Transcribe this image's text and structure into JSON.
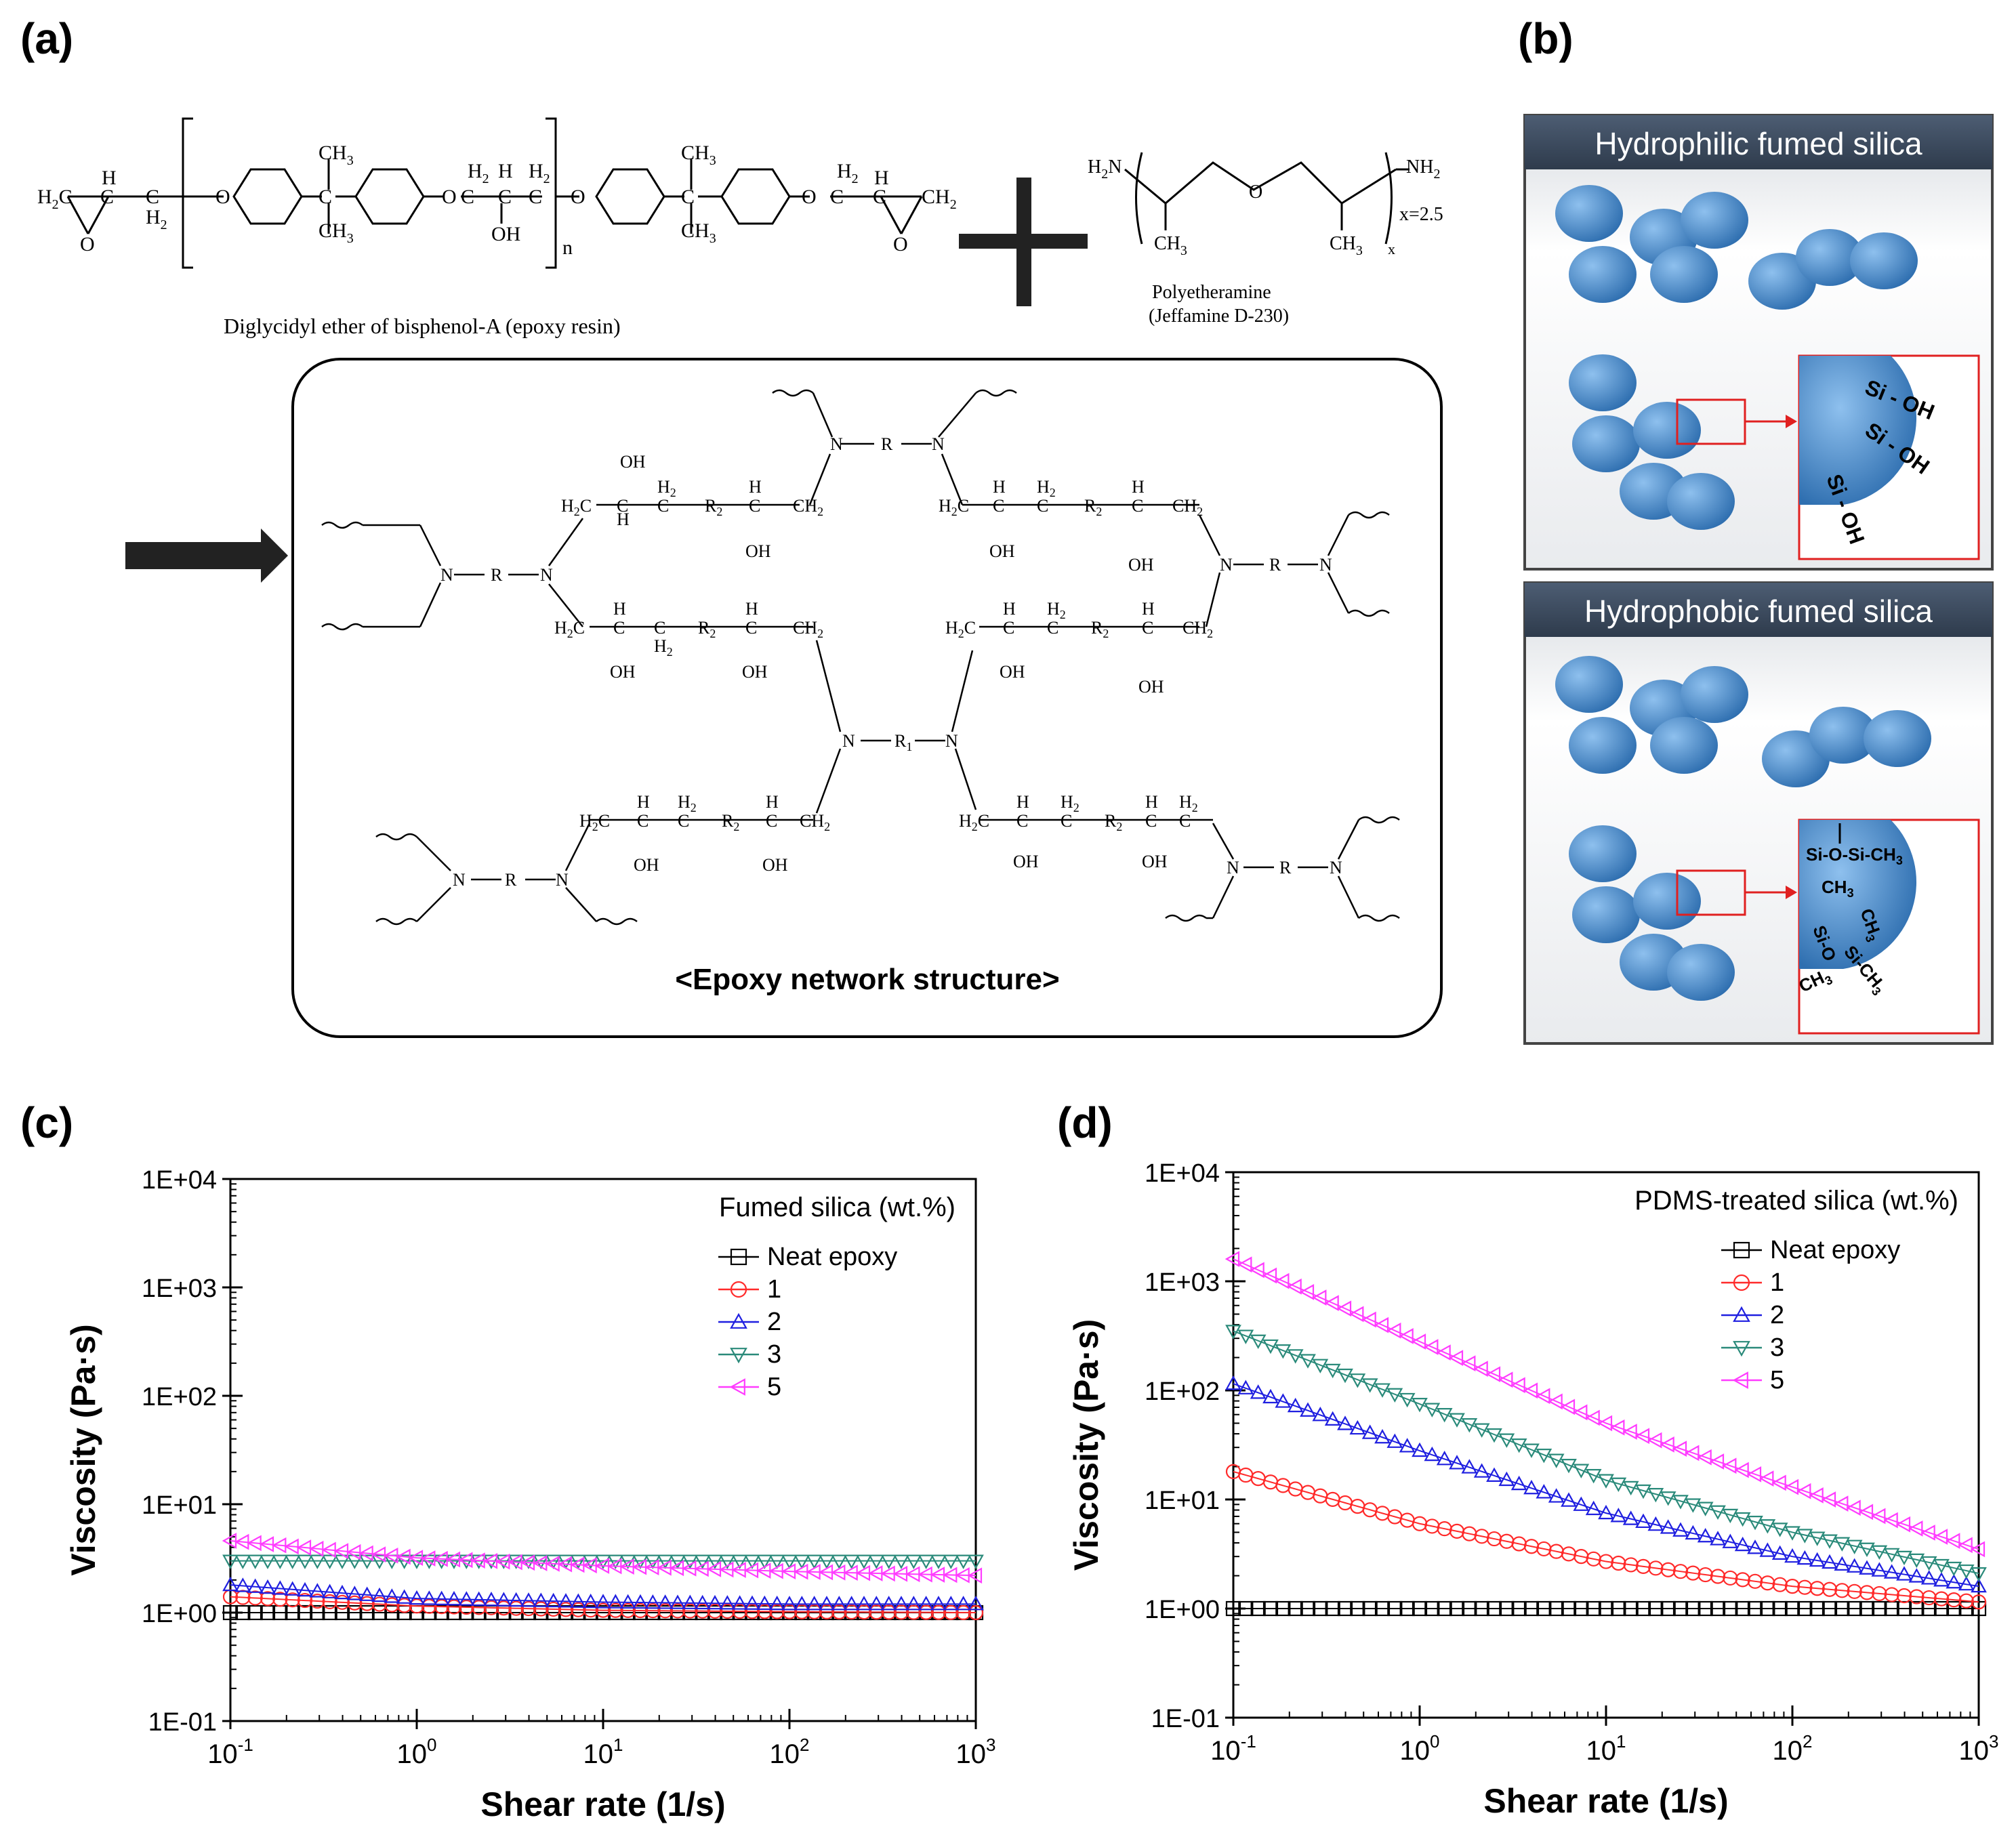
{
  "panels": {
    "a": {
      "label": "(a)",
      "dgeba_caption": "Diglycidyl ether of bisphenol-A (epoxy resin)",
      "amine_caption_1": "Polyetheramine",
      "amine_caption_2": "(Jeffamine D-230)",
      "amine_x": "x=2.5",
      "network_title": "<Epoxy  network structure>"
    },
    "b": {
      "label": "(b)",
      "hydrophilic_title": "Hydrophilic fumed silica",
      "hydrophobic_title": "Hydrophobic fumed silica",
      "silanol_group": "Si - OH",
      "siloxane_1": "Si-O-Si-CH",
      "methyl": "CH",
      "siloxane_2_si": "Si-O",
      "siloxane_2_tail": "Si-CH",
      "subscript_3": "3"
    },
    "c": {
      "label": "(c)"
    },
    "d": {
      "label": "(d)"
    }
  },
  "chemistry": {
    "H2C": "H",
    "sub2": "2",
    "C": "C",
    "H": "H",
    "O": "O",
    "OH": "OH",
    "CH3": "CH",
    "sub3": "3",
    "n": "n",
    "N": "N",
    "R": "R",
    "R1": "R",
    "R2": "R",
    "sub1": "1",
    "H2N": "H",
    "NH2": "NH",
    "x": "x"
  },
  "colors": {
    "neat": "#000000",
    "s1": "#ff2a2a",
    "s2": "#1f1fe0",
    "s3": "#2a8a7a",
    "s5": "#ff3cff",
    "sphere": "#4f8fd0",
    "header": "#3b4a5e",
    "redbox": "#e02020"
  },
  "chart_data": [
    {
      "type": "scatter",
      "xlabel": "Shear rate (1/s)",
      "ylabel": "Viscosity (Pa·s)",
      "xscale": "log",
      "yscale": "log",
      "xlim": [
        0.1,
        1000
      ],
      "ylim": [
        0.1,
        10000
      ],
      "xticks": [
        "10-1",
        "100",
        "101",
        "102",
        "103"
      ],
      "yticks": [
        "1E-01",
        "1E+00",
        "1E+01",
        "1E+02",
        "1E+03",
        "1E+04"
      ],
      "legend_title": "Fumed silica (wt.%)",
      "legend_position": "top-right",
      "series": [
        {
          "name": "Neat epoxy",
          "marker": "square",
          "color": "#000000",
          "points": [
            [
              0.1,
              1.0
            ],
            [
              1,
              1.0
            ],
            [
              10,
              1.0
            ],
            [
              100,
              1.0
            ],
            [
              1000,
              1.0
            ]
          ]
        },
        {
          "name": "1",
          "marker": "circle",
          "color": "#ff2a2a",
          "points": [
            [
              0.1,
              1.4
            ],
            [
              1,
              1.15
            ],
            [
              10,
              1.05
            ],
            [
              100,
              1.02
            ],
            [
              1000,
              1.0
            ]
          ]
        },
        {
          "name": "2",
          "marker": "triangle-up",
          "color": "#1f1fe0",
          "points": [
            [
              0.1,
              1.8
            ],
            [
              1,
              1.35
            ],
            [
              10,
              1.25
            ],
            [
              100,
              1.2
            ],
            [
              1000,
              1.2
            ]
          ]
        },
        {
          "name": "3",
          "marker": "triangle-down",
          "color": "#2a8a7a",
          "points": [
            [
              0.1,
              3.0
            ],
            [
              1,
              3.0
            ],
            [
              10,
              3.0
            ],
            [
              100,
              3.0
            ],
            [
              1000,
              3.0
            ]
          ]
        },
        {
          "name": "5",
          "marker": "triangle-left",
          "color": "#ff3cff",
          "points": [
            [
              0.1,
              4.6
            ],
            [
              1,
              3.2
            ],
            [
              10,
              2.7
            ],
            [
              100,
              2.4
            ],
            [
              1000,
              2.2
            ]
          ]
        }
      ]
    },
    {
      "type": "scatter",
      "xlabel": "Shear rate (1/s)",
      "ylabel": "Viscosity (Pa·s)",
      "xscale": "log",
      "yscale": "log",
      "xlim": [
        0.1,
        1000
      ],
      "ylim": [
        0.1,
        10000
      ],
      "xticks": [
        "10-1",
        "100",
        "101",
        "102",
        "103"
      ],
      "yticks": [
        "1E-01",
        "1E+00",
        "1E+01",
        "1E+02",
        "1E+03",
        "1E+04"
      ],
      "legend_title": "PDMS-treated silica (wt.%)",
      "legend_position": "top-right",
      "series": [
        {
          "name": "Neat epoxy",
          "marker": "square",
          "color": "#000000",
          "points": [
            [
              0.1,
              1.0
            ],
            [
              1,
              1.0
            ],
            [
              10,
              1.0
            ],
            [
              100,
              1.0
            ],
            [
              1000,
              1.0
            ]
          ]
        },
        {
          "name": "1",
          "marker": "circle",
          "color": "#ff2a2a",
          "points": [
            [
              0.1,
              18
            ],
            [
              1,
              6
            ],
            [
              10,
              2.7
            ],
            [
              100,
              1.6
            ],
            [
              1000,
              1.15
            ]
          ]
        },
        {
          "name": "2",
          "marker": "triangle-up",
          "color": "#1f1fe0",
          "points": [
            [
              0.1,
              115
            ],
            [
              1,
              28
            ],
            [
              10,
              7.5
            ],
            [
              100,
              3.0
            ],
            [
              1000,
              1.6
            ]
          ]
        },
        {
          "name": "3",
          "marker": "triangle-down",
          "color": "#2a8a7a",
          "points": [
            [
              0.1,
              350
            ],
            [
              1,
              75
            ],
            [
              10,
              15
            ],
            [
              100,
              5.0
            ],
            [
              1000,
              2.1
            ]
          ]
        },
        {
          "name": "5",
          "marker": "triangle-left",
          "color": "#ff3cff",
          "points": [
            [
              0.1,
              1600
            ],
            [
              1,
              280
            ],
            [
              10,
              50
            ],
            [
              100,
              13
            ],
            [
              1000,
              3.5
            ]
          ]
        }
      ]
    }
  ]
}
